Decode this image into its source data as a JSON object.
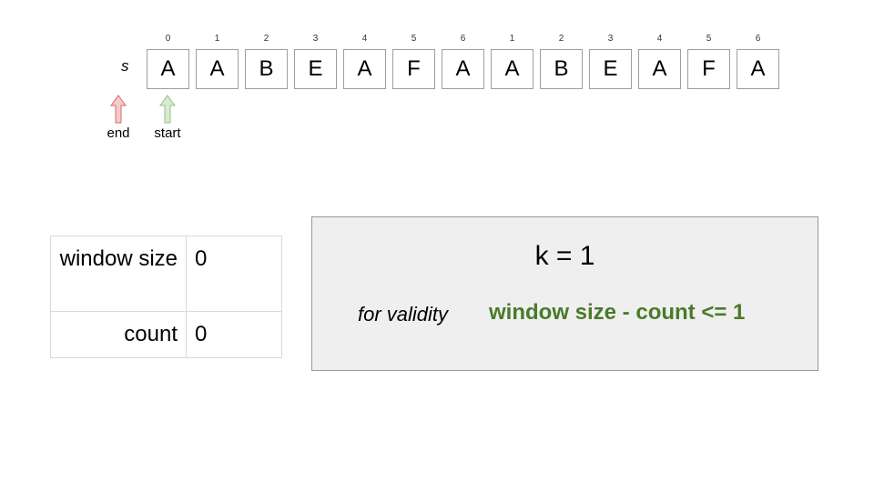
{
  "string_label": "s",
  "indices": [
    "0",
    "1",
    "2",
    "3",
    "4",
    "5",
    "6",
    "1",
    "2",
    "3",
    "4",
    "5",
    "6"
  ],
  "cells": [
    "A",
    "A",
    "B",
    "E",
    "A",
    "F",
    "A",
    "A",
    "B",
    "E",
    "A",
    "F",
    "A"
  ],
  "pointers": {
    "end": {
      "label": "end",
      "position": -1,
      "color": "#e06666"
    },
    "start": {
      "label": "start",
      "position": 0,
      "color": "#93c47d"
    }
  },
  "stats": {
    "window_size_label": "window size",
    "window_size_value": "0",
    "count_label": "count",
    "count_value": "0"
  },
  "k_text": "k = 1",
  "validity_label": "for validity",
  "validity_condition": "window size - count <= 1",
  "colors": {
    "condition": "#4a7a2a",
    "box_bg": "#efefef"
  }
}
